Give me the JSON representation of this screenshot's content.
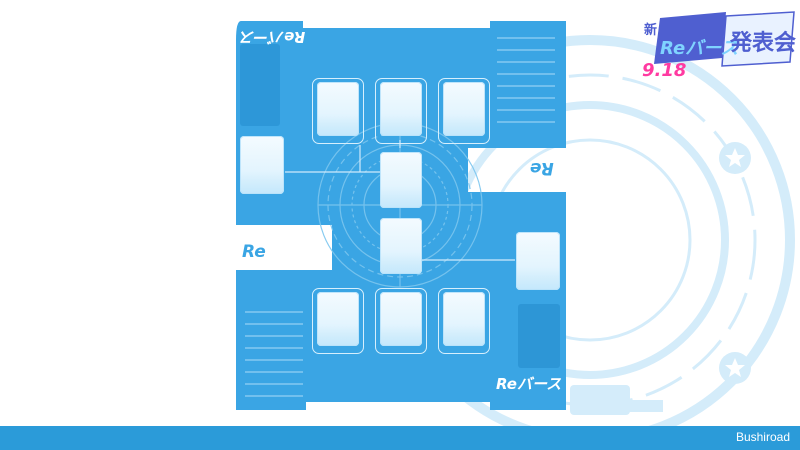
{
  "mat_logos": {
    "top_left": "Reバース",
    "bottom_right": "Reバース",
    "side_right": "Re",
    "side_left": "Re"
  },
  "event_logo": {
    "date": "9.18",
    "brand": "Reバース",
    "title": "新",
    "subtitle": "発表会"
  },
  "footer": {
    "copyright": "Bushiroad"
  },
  "colors": {
    "mat_blue": "#3aa5e4",
    "mat_dark": "#2b93d4",
    "card_white": "#eaf7ff",
    "footer_blue": "#2b9bd9",
    "deco_light": "#d4ecfa"
  }
}
